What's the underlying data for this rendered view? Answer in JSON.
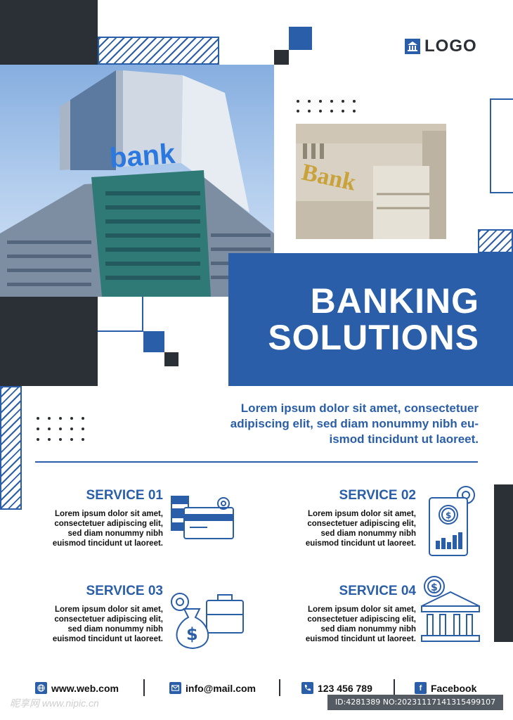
{
  "logo": {
    "text": "LOGO",
    "icon": "bank-building-icon"
  },
  "hero": {
    "title_line1": "BANKING",
    "title_line2": "SOLUTIONS"
  },
  "photos": {
    "main_sign": "bank",
    "small_sign": "Bank"
  },
  "intro": {
    "lines": [
      "Lorem ipsum dolor sit amet, consectetuer",
      "adipiscing elit, sed diam nonummy nibh eu-",
      "ismod tincidunt ut laoreet."
    ]
  },
  "services": [
    {
      "title": "SERVICE 01",
      "lines": [
        "Lorem ipsum dolor sit amet,",
        "consectetuer adipiscing elit,",
        "sed diam nonummy nibh",
        "euismod tincidunt ut laoreet."
      ],
      "icon": "coins-card-gear-icon"
    },
    {
      "title": "SERVICE 02",
      "lines": [
        "Lorem ipsum dolor sit amet,",
        "consectetuer adipiscing elit,",
        "sed diam nonummy nibh",
        "euismod tincidunt ut laoreet."
      ],
      "icon": "tablet-chart-gear-icon"
    },
    {
      "title": "SERVICE 03",
      "lines": [
        "Lorem ipsum dolor sit amet,",
        "consectetuer adipiscing elit,",
        "sed diam nonummy nibh",
        "euismod tincidunt ut laoreet."
      ],
      "icon": "money-bag-briefcase-icon"
    },
    {
      "title": "SERVICE 04",
      "lines": [
        "Lorem ipsum dolor sit amet,",
        "consectetuer adipiscing elit,",
        "sed diam nonummy nibh",
        "euismod tincidunt ut laoreet."
      ],
      "icon": "bank-columns-coin-icon"
    }
  ],
  "footer": {
    "web": "www.web.com",
    "mail": "info@mail.com",
    "phone": "123 456 789",
    "social": "Facebook"
  },
  "watermark": {
    "left": "昵享网 www.nipic.cn",
    "right": "ID:4281389 NO:20231117141315499107"
  },
  "colors": {
    "accent": "#2a5ea8",
    "dark": "#2b2f36"
  }
}
